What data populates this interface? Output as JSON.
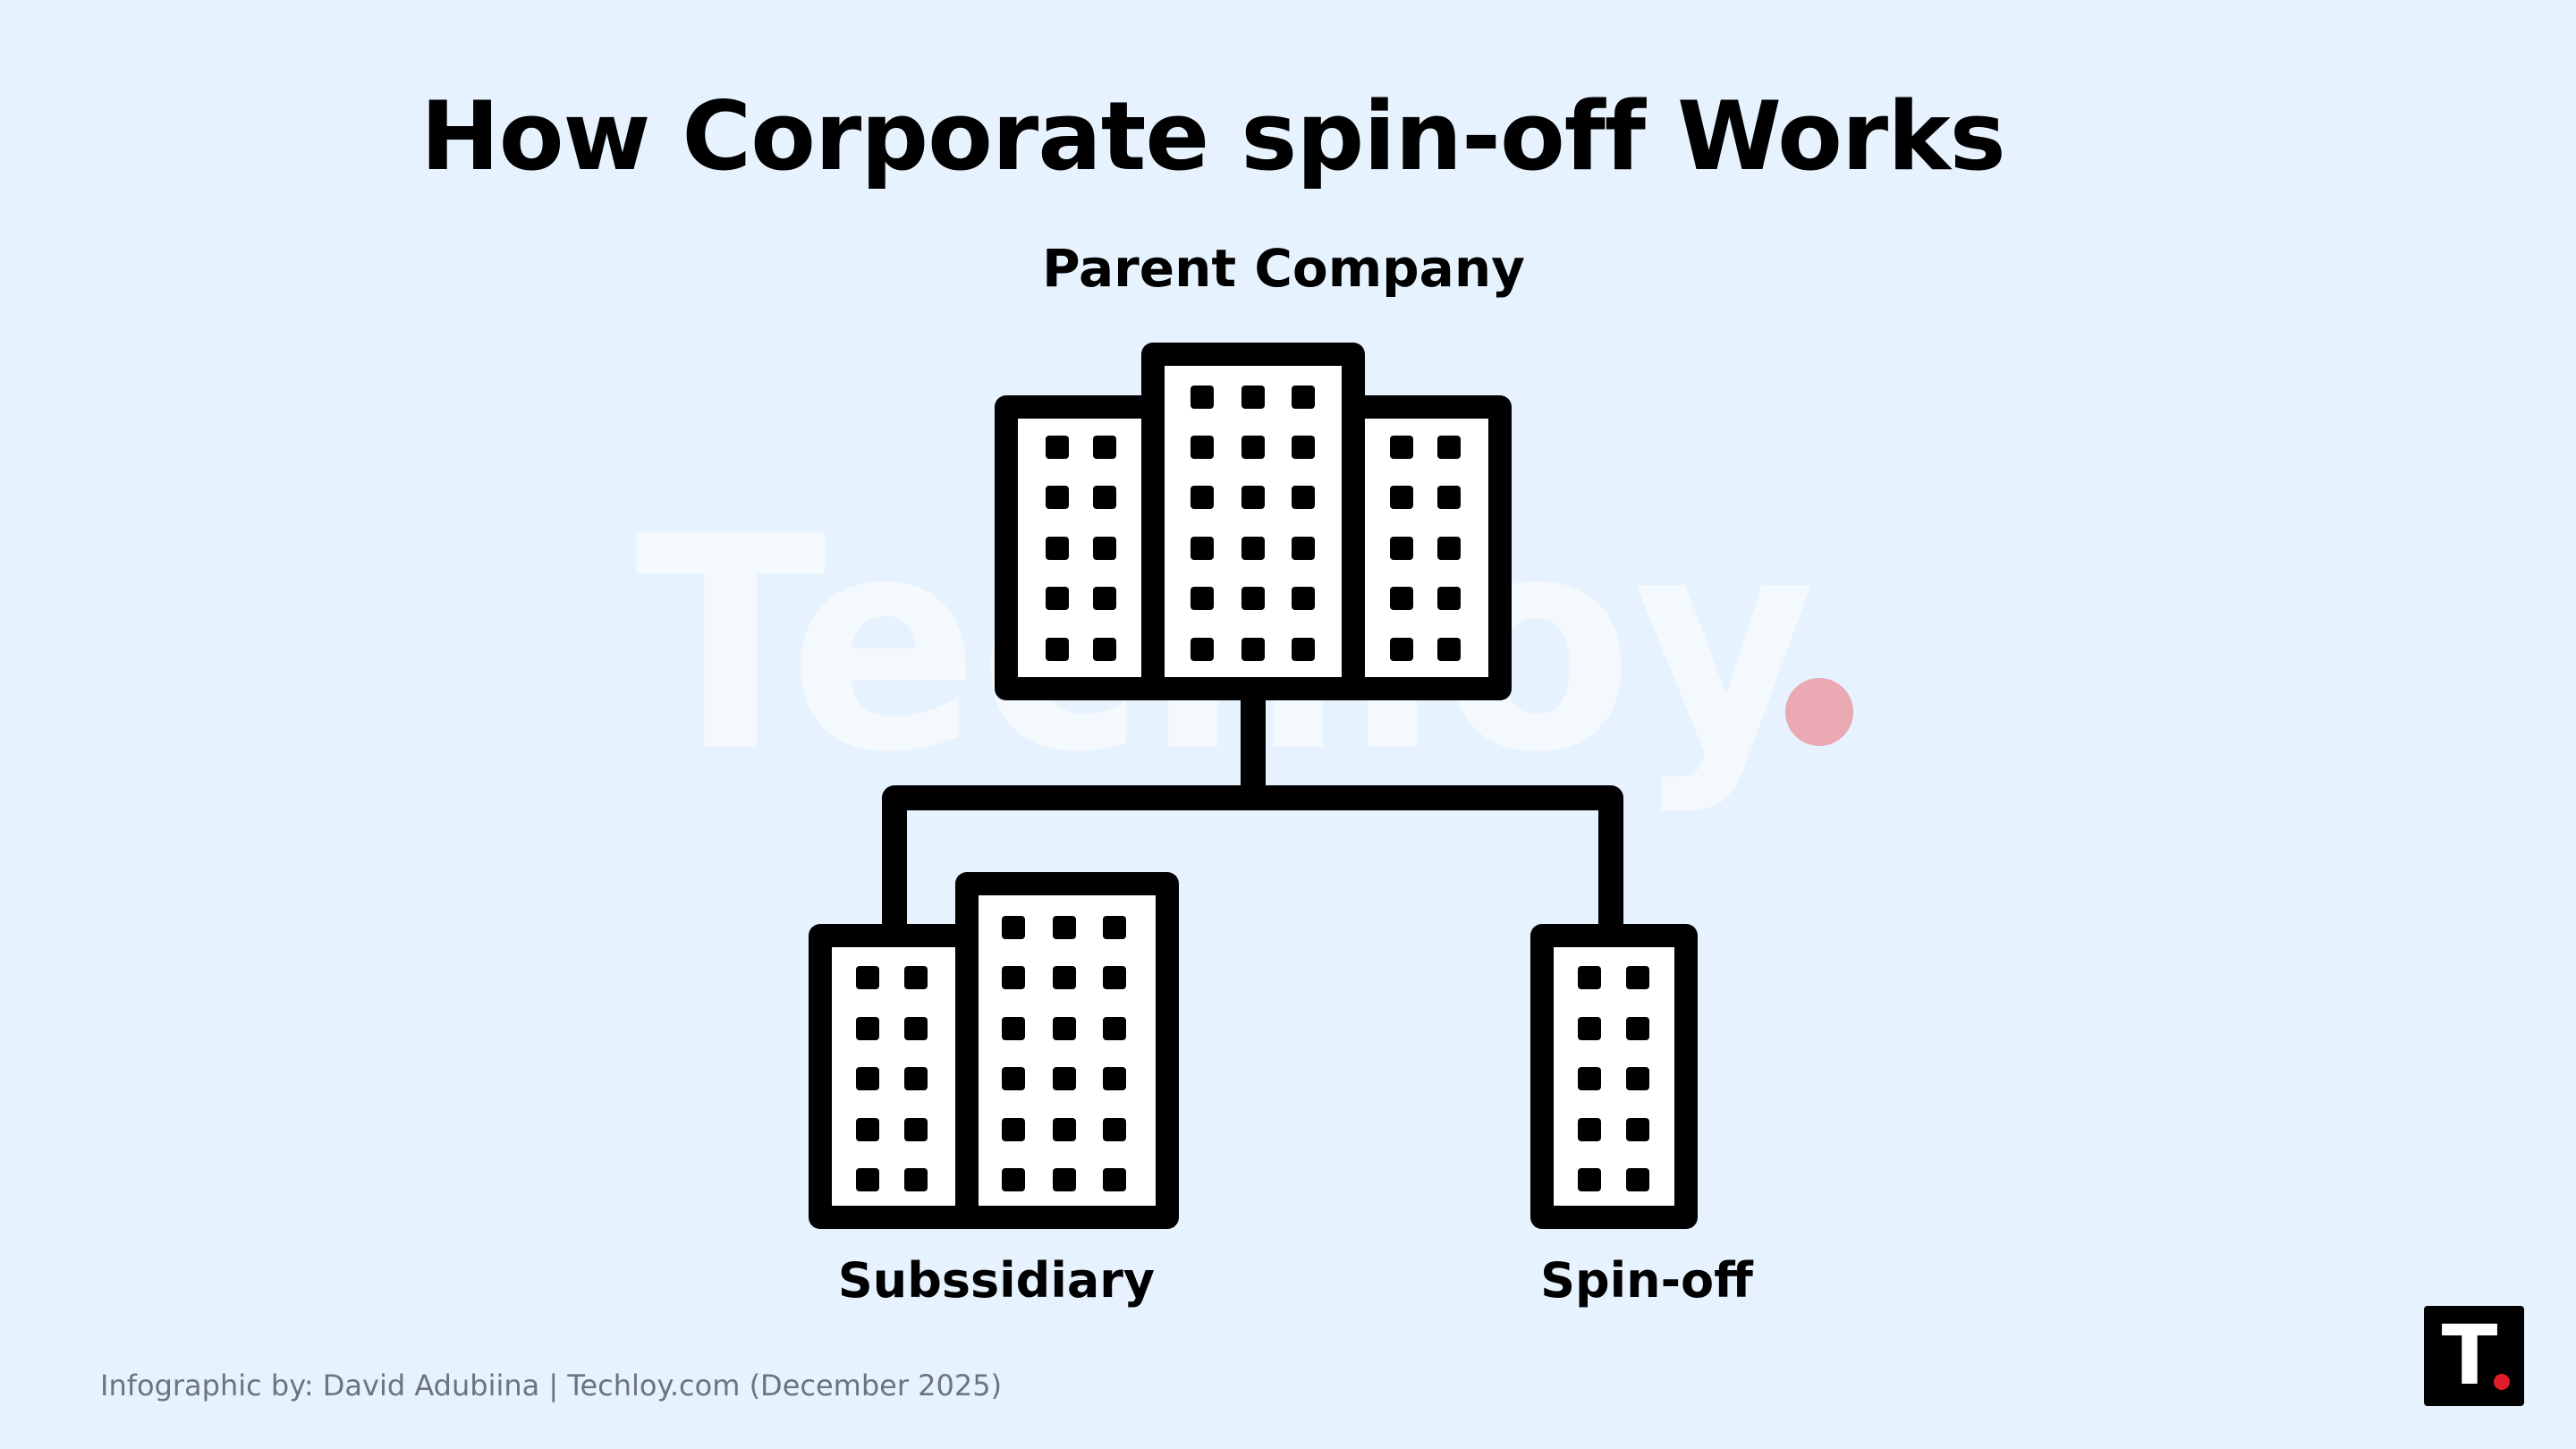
{
  "title": "How Corporate spin-off Works",
  "nodes": {
    "parent": {
      "label": "Parent Company"
    },
    "subsidiary": {
      "label": "Subssidiary"
    },
    "spinoff": {
      "label": "Spin-off"
    }
  },
  "watermark": {
    "text": "Techloy"
  },
  "footer": {
    "credit": "Infographic by: David Adubiina | Techloy.com (December 2025)"
  },
  "logo": {
    "letter": "T"
  },
  "colors": {
    "background": "#E6F3FE",
    "ink": "#000000",
    "watermark_text": "#F4F9FE",
    "watermark_dot": "#EAA9B3",
    "logo_dot": "#E11D2A",
    "footer_text": "#6B7480"
  }
}
